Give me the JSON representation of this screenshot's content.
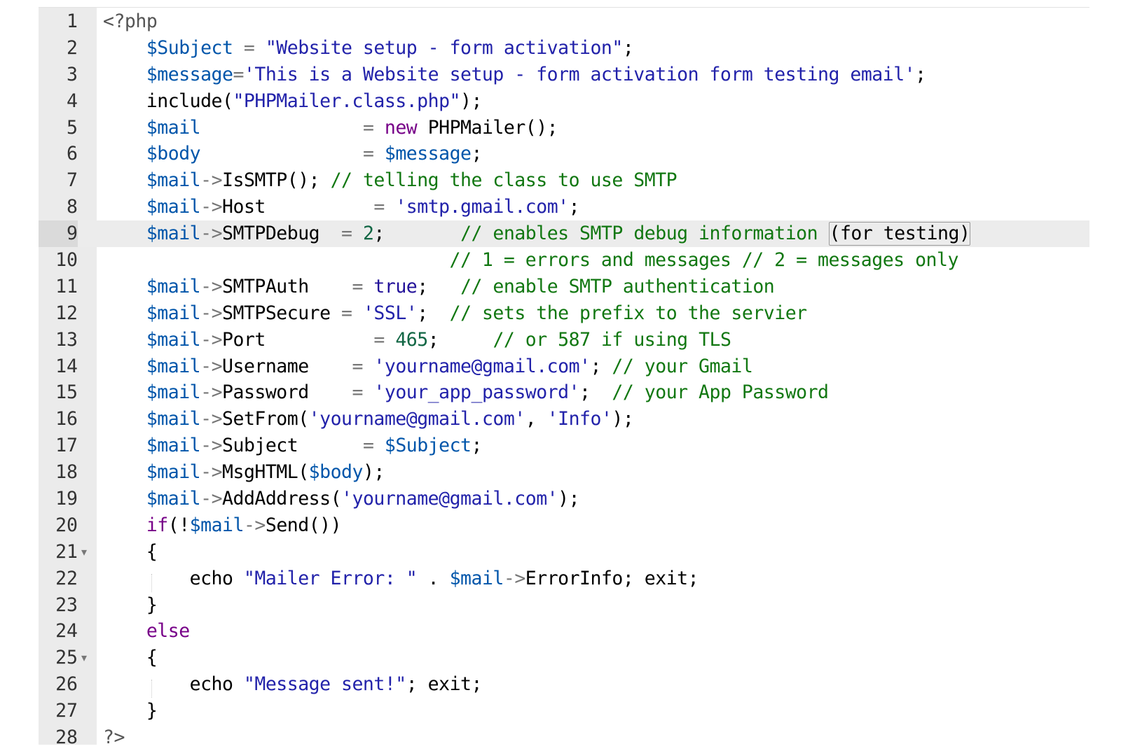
{
  "editor": {
    "active_line": 9,
    "lines": [
      {
        "n": "1",
        "tokens": [
          [
            "meta",
            "<?php"
          ]
        ]
      },
      {
        "n": "2",
        "tokens": [
          [
            "plain",
            "    "
          ],
          [
            "var",
            "$Subject"
          ],
          [
            "op",
            " = "
          ],
          [
            "str",
            "\"Website setup - form activation\""
          ],
          [
            "plain",
            ";"
          ]
        ]
      },
      {
        "n": "3",
        "tokens": [
          [
            "plain",
            "    "
          ],
          [
            "var",
            "$message"
          ],
          [
            "op",
            "="
          ],
          [
            "str",
            "'This is a Website setup - form activation form testing email'"
          ],
          [
            "plain",
            ";"
          ]
        ]
      },
      {
        "n": "4",
        "tokens": [
          [
            "plain",
            "    include("
          ],
          [
            "str",
            "\"PHPMailer.class.php\""
          ],
          [
            "plain",
            ");"
          ]
        ]
      },
      {
        "n": "5",
        "tokens": [
          [
            "plain",
            "    "
          ],
          [
            "var",
            "$mail"
          ],
          [
            "plain",
            "               "
          ],
          [
            "op",
            "= "
          ],
          [
            "kw",
            "new"
          ],
          [
            "plain",
            " PHPMailer();"
          ]
        ]
      },
      {
        "n": "6",
        "tokens": [
          [
            "plain",
            "    "
          ],
          [
            "var",
            "$body"
          ],
          [
            "plain",
            "               "
          ],
          [
            "op",
            "= "
          ],
          [
            "var",
            "$message"
          ],
          [
            "plain",
            ";"
          ]
        ]
      },
      {
        "n": "7",
        "tokens": [
          [
            "plain",
            "    "
          ],
          [
            "var",
            "$mail"
          ],
          [
            "op",
            "->"
          ],
          [
            "plain",
            "IsSMTP(); "
          ],
          [
            "com",
            "// telling the class to use SMTP"
          ]
        ]
      },
      {
        "n": "8",
        "tokens": [
          [
            "plain",
            "    "
          ],
          [
            "var",
            "$mail"
          ],
          [
            "op",
            "->"
          ],
          [
            "plain",
            "Host          "
          ],
          [
            "op",
            "= "
          ],
          [
            "str",
            "'smtp.gmail.com'"
          ],
          [
            "plain",
            ";"
          ]
        ]
      },
      {
        "n": "9",
        "tokens": [
          [
            "plain",
            "    "
          ],
          [
            "var",
            "$mail"
          ],
          [
            "op",
            "->"
          ],
          [
            "plain",
            "SMTPDebug  "
          ],
          [
            "op",
            "= "
          ],
          [
            "num",
            "2"
          ],
          [
            "plain",
            ";       "
          ],
          [
            "com",
            "// enables SMTP debug information "
          ],
          [
            "box",
            "(for testing)"
          ]
        ]
      },
      {
        "n": "10",
        "tokens": [
          [
            "plain",
            "                                "
          ],
          [
            "com",
            "// 1 = errors and messages // 2 = messages only"
          ]
        ]
      },
      {
        "n": "11",
        "tokens": [
          [
            "plain",
            "    "
          ],
          [
            "var",
            "$mail"
          ],
          [
            "op",
            "->"
          ],
          [
            "plain",
            "SMTPAuth    "
          ],
          [
            "op",
            "= "
          ],
          [
            "atom",
            "true"
          ],
          [
            "plain",
            ";   "
          ],
          [
            "com",
            "// enable SMTP authentication"
          ]
        ]
      },
      {
        "n": "12",
        "tokens": [
          [
            "plain",
            "    "
          ],
          [
            "var",
            "$mail"
          ],
          [
            "op",
            "->"
          ],
          [
            "plain",
            "SMTPSecure "
          ],
          [
            "op",
            "= "
          ],
          [
            "str",
            "'SSL'"
          ],
          [
            "plain",
            ";  "
          ],
          [
            "com",
            "// sets the prefix to the servier"
          ]
        ]
      },
      {
        "n": "13",
        "tokens": [
          [
            "plain",
            "    "
          ],
          [
            "var",
            "$mail"
          ],
          [
            "op",
            "->"
          ],
          [
            "plain",
            "Port          "
          ],
          [
            "op",
            "= "
          ],
          [
            "num",
            "465"
          ],
          [
            "plain",
            ";     "
          ],
          [
            "com",
            "// or 587 if using TLS"
          ]
        ]
      },
      {
        "n": "14",
        "tokens": [
          [
            "plain",
            "    "
          ],
          [
            "var",
            "$mail"
          ],
          [
            "op",
            "->"
          ],
          [
            "plain",
            "Username    "
          ],
          [
            "op",
            "= "
          ],
          [
            "str",
            "'yourname@gmail.com'"
          ],
          [
            "plain",
            "; "
          ],
          [
            "com",
            "// your Gmail"
          ]
        ]
      },
      {
        "n": "15",
        "tokens": [
          [
            "plain",
            "    "
          ],
          [
            "var",
            "$mail"
          ],
          [
            "op",
            "->"
          ],
          [
            "plain",
            "Password    "
          ],
          [
            "op",
            "= "
          ],
          [
            "str",
            "'your_app_password'"
          ],
          [
            "plain",
            ";  "
          ],
          [
            "com",
            "// your App Password"
          ]
        ]
      },
      {
        "n": "16",
        "tokens": [
          [
            "plain",
            "    "
          ],
          [
            "var",
            "$mail"
          ],
          [
            "op",
            "->"
          ],
          [
            "plain",
            "SetFrom("
          ],
          [
            "str",
            "'yourname@gmail.com'"
          ],
          [
            "plain",
            ", "
          ],
          [
            "str",
            "'Info'"
          ],
          [
            "plain",
            ");"
          ]
        ]
      },
      {
        "n": "17",
        "tokens": [
          [
            "plain",
            "    "
          ],
          [
            "var",
            "$mail"
          ],
          [
            "op",
            "->"
          ],
          [
            "plain",
            "Subject      "
          ],
          [
            "op",
            "= "
          ],
          [
            "var",
            "$Subject"
          ],
          [
            "plain",
            ";"
          ]
        ]
      },
      {
        "n": "18",
        "tokens": [
          [
            "plain",
            "    "
          ],
          [
            "var",
            "$mail"
          ],
          [
            "op",
            "->"
          ],
          [
            "plain",
            "MsgHTML("
          ],
          [
            "var",
            "$body"
          ],
          [
            "plain",
            ");"
          ]
        ]
      },
      {
        "n": "19",
        "tokens": [
          [
            "plain",
            "    "
          ],
          [
            "var",
            "$mail"
          ],
          [
            "op",
            "->"
          ],
          [
            "plain",
            "AddAddress("
          ],
          [
            "str",
            "'yourname@gmail.com'"
          ],
          [
            "plain",
            ");"
          ]
        ]
      },
      {
        "n": "20",
        "tokens": [
          [
            "plain",
            "    "
          ],
          [
            "kw",
            "if"
          ],
          [
            "plain",
            "(!"
          ],
          [
            "var",
            "$mail"
          ],
          [
            "op",
            "->"
          ],
          [
            "plain",
            "Send())"
          ]
        ]
      },
      {
        "n": "21",
        "fold": "▾",
        "tokens": [
          [
            "plain",
            "    {"
          ]
        ]
      },
      {
        "n": "22",
        "guide": true,
        "tokens": [
          [
            "plain",
            "        echo "
          ],
          [
            "str",
            "\"Mailer Error: \""
          ],
          [
            "plain",
            " . "
          ],
          [
            "var",
            "$mail"
          ],
          [
            "op",
            "->"
          ],
          [
            "plain",
            "ErrorInfo; exit;"
          ]
        ]
      },
      {
        "n": "23",
        "tokens": [
          [
            "plain",
            "    }"
          ]
        ]
      },
      {
        "n": "24",
        "tokens": [
          [
            "plain",
            "    "
          ],
          [
            "kw",
            "else"
          ]
        ]
      },
      {
        "n": "25",
        "fold": "▾",
        "tokens": [
          [
            "plain",
            "    {"
          ]
        ]
      },
      {
        "n": "26",
        "guide": true,
        "tokens": [
          [
            "plain",
            "        echo "
          ],
          [
            "str",
            "\"Message sent!\""
          ],
          [
            "plain",
            "; exit;"
          ]
        ]
      },
      {
        "n": "27",
        "tokens": [
          [
            "plain",
            "    }"
          ]
        ]
      },
      {
        "n": "28",
        "tokens": [
          [
            "meta",
            "?>"
          ]
        ]
      }
    ]
  }
}
